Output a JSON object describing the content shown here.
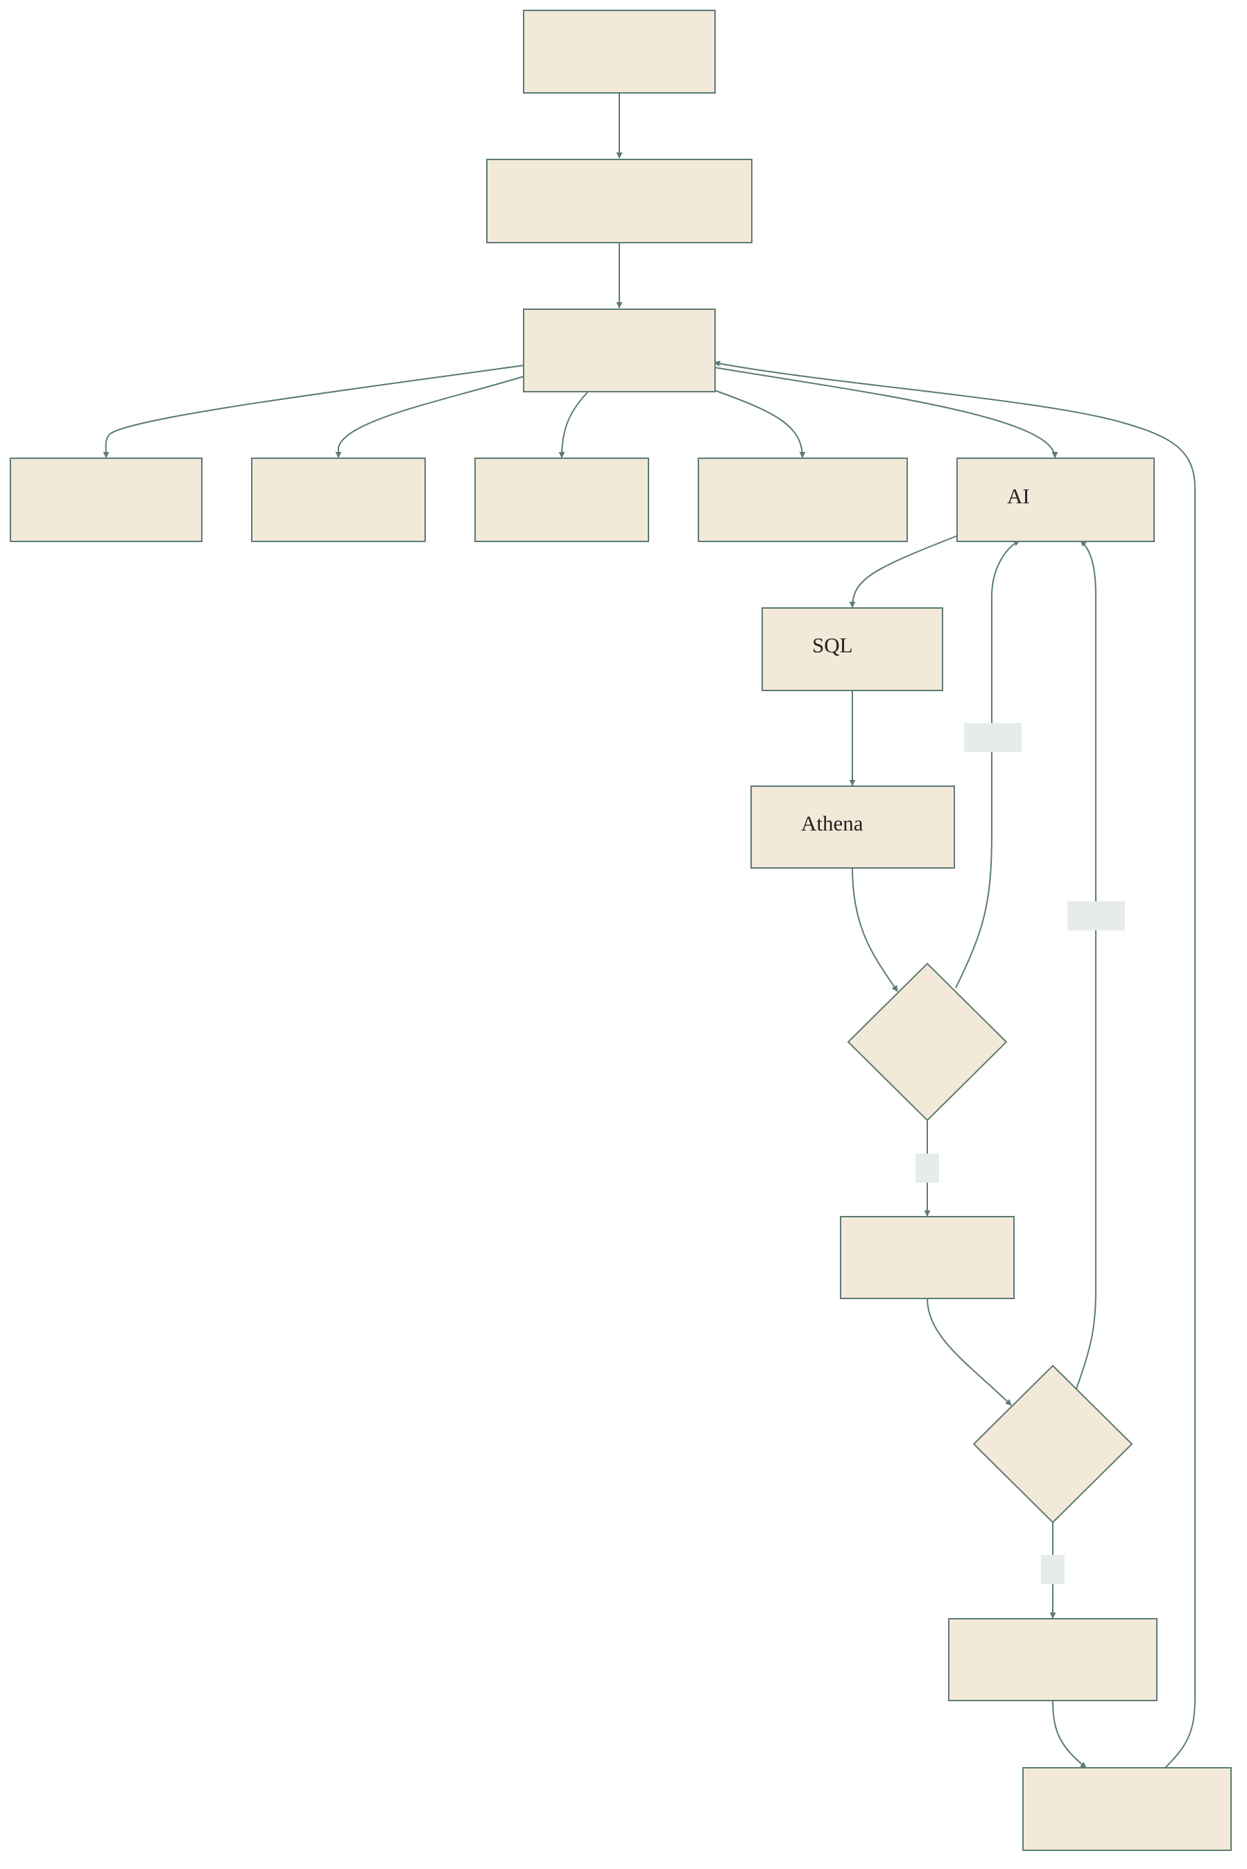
{
  "colors": {
    "node_fill": "#f3e9d9",
    "node_stroke": "#5b7a73",
    "edge": "#5b7a73",
    "edge_label_bg": "#e6ede9",
    "background": "#ffffff"
  },
  "nodes": [
    {
      "id": "n1",
      "shape": "rect",
      "label": ""
    },
    {
      "id": "n2",
      "shape": "rect",
      "label": ""
    },
    {
      "id": "n3",
      "shape": "rect",
      "label": ""
    },
    {
      "id": "n4",
      "shape": "rect",
      "label": ""
    },
    {
      "id": "n5",
      "shape": "rect",
      "label": ""
    },
    {
      "id": "n6",
      "shape": "rect",
      "label": ""
    },
    {
      "id": "n7",
      "shape": "rect",
      "label": ""
    },
    {
      "id": "n8",
      "shape": "rect",
      "label": "AI"
    },
    {
      "id": "n9",
      "shape": "rect",
      "label": "SQL"
    },
    {
      "id": "n10",
      "shape": "rect",
      "label": "Athena"
    },
    {
      "id": "d1",
      "shape": "diamond",
      "label": ""
    },
    {
      "id": "n11",
      "shape": "rect",
      "label": ""
    },
    {
      "id": "d2",
      "shape": "diamond",
      "label": ""
    },
    {
      "id": "n12",
      "shape": "rect",
      "label": ""
    },
    {
      "id": "n13",
      "shape": "rect",
      "label": ""
    }
  ],
  "edges": [
    {
      "id": "e1",
      "from": "n1",
      "to": "n2",
      "label": ""
    },
    {
      "id": "e2",
      "from": "n2",
      "to": "n3",
      "label": ""
    },
    {
      "id": "e3",
      "from": "n3",
      "to": "n4",
      "label": ""
    },
    {
      "id": "e4",
      "from": "n3",
      "to": "n5",
      "label": ""
    },
    {
      "id": "e5",
      "from": "n3",
      "to": "n6",
      "label": ""
    },
    {
      "id": "e6",
      "from": "n3",
      "to": "n7",
      "label": ""
    },
    {
      "id": "e7",
      "from": "n3",
      "to": "n8",
      "label": ""
    },
    {
      "id": "e8",
      "from": "n8",
      "to": "n9",
      "label": ""
    },
    {
      "id": "e9",
      "from": "n9",
      "to": "n10",
      "label": ""
    },
    {
      "id": "e10",
      "from": "n10",
      "to": "d1",
      "label": ""
    },
    {
      "id": "e11",
      "from": "d1",
      "to": "n8",
      "label": ""
    },
    {
      "id": "e12",
      "from": "d1",
      "to": "n11",
      "label": ""
    },
    {
      "id": "e13",
      "from": "n11",
      "to": "d2",
      "label": ""
    },
    {
      "id": "e14",
      "from": "d2",
      "to": "n8",
      "label": ""
    },
    {
      "id": "e15",
      "from": "d2",
      "to": "n12",
      "label": ""
    },
    {
      "id": "e16",
      "from": "n12",
      "to": "n13",
      "label": ""
    },
    {
      "id": "e17",
      "from": "n13",
      "to": "n3",
      "label": ""
    }
  ]
}
